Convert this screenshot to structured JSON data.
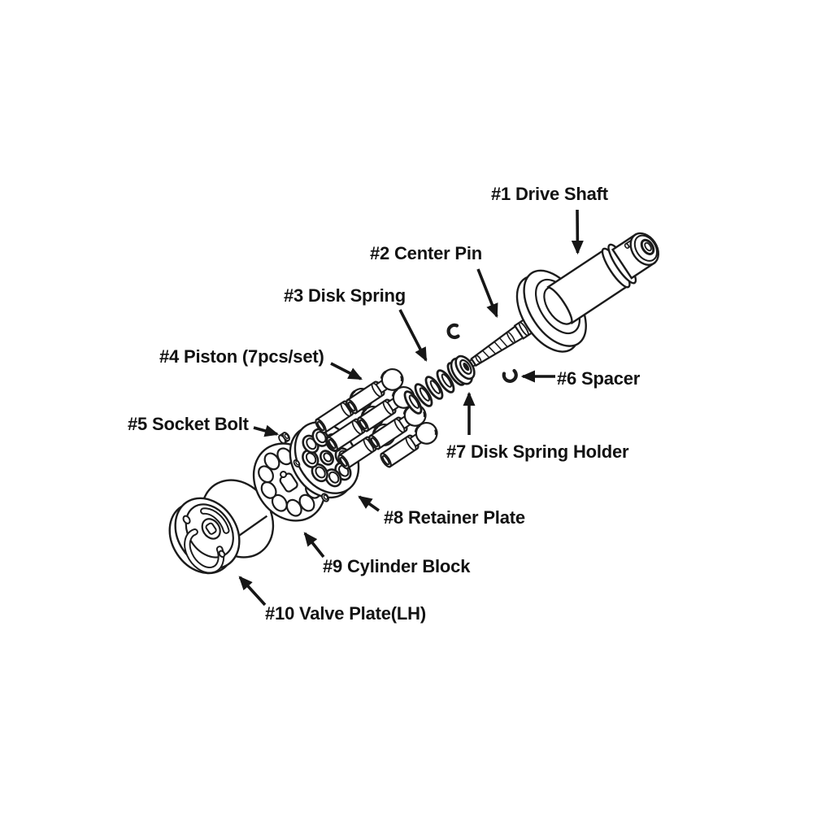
{
  "figure": {
    "kind": "exploded-parts-diagram",
    "subject": "Axial piston pump assembly",
    "background_color": "#ffffff",
    "line_color": "#1b1b1b",
    "text_color": "#121212"
  },
  "parts": [
    {
      "number": "#1",
      "name": "Drive Shaft",
      "label": "#1 Drive Shaft"
    },
    {
      "number": "#2",
      "name": "Center Pin",
      "label": "#2 Center Pin"
    },
    {
      "number": "#3",
      "name": "Disk Spring",
      "label": "#3 Disk Spring"
    },
    {
      "number": "#4",
      "name": "Piston (7pcs/set)",
      "label": "#4 Piston (7pcs/set)"
    },
    {
      "number": "#5",
      "name": "Socket Bolt",
      "label": "#5 Socket Bolt"
    },
    {
      "number": "#6",
      "name": "Spacer",
      "label": "#6 Spacer"
    },
    {
      "number": "#7",
      "name": "Disk Spring Holder",
      "label": "#7 Disk Spring Holder"
    },
    {
      "number": "#8",
      "name": "Retainer Plate",
      "label": "#8 Retainer Plate"
    },
    {
      "number": "#9",
      "name": "Cylinder Block",
      "label": "#9 Cylinder Block"
    },
    {
      "number": "#10",
      "name": "Valve Plate(LH)",
      "label": "#10 Valve Plate(LH)"
    }
  ]
}
